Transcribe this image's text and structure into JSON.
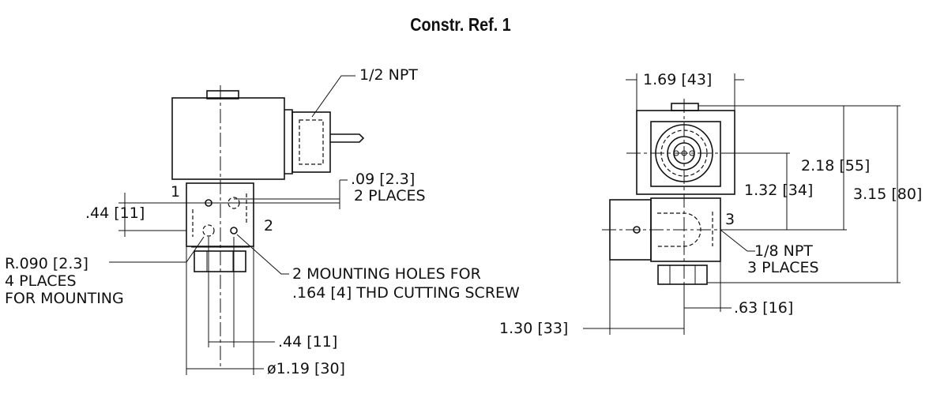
{
  "title": "Constr. Ref. 1",
  "left_view": {
    "callouts": {
      "port": "1/2 NPT",
      "depth": ".09 [2.3]",
      "depth_places": "2 PLACES",
      "spacing": ".44 [11]",
      "radius": "R.090 [2.3]",
      "radius_places": "4 PLACES",
      "radius_purpose": "FOR MOUNTING",
      "mount_holes": "2 MOUNTING HOLES FOR",
      "mount_screw": ".164 [4] THD CUTTING SCREW",
      "bottom_spacing": ".44 [11]",
      "diameter": "ø1.19 [30]",
      "port_1": "1",
      "port_2": "2"
    }
  },
  "right_view": {
    "callouts": {
      "width": "1.69 [43]",
      "h_coil": "2.18 [55]",
      "h_mid": "1.32 [34]",
      "h_total": "3.15 [80]",
      "npt": "1/8 NPT",
      "npt_places": "3 PLACES",
      "offset_a": ".63 [16]",
      "offset_b": "1.30 [33]",
      "port_3": "3"
    }
  }
}
